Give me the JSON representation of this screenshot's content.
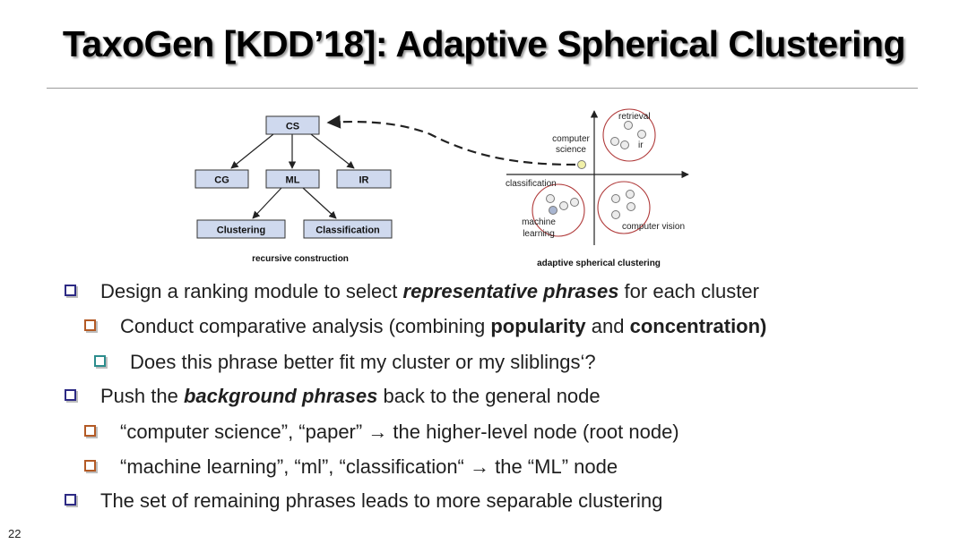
{
  "slide": {
    "title": "TaxoGen [KDD’18]: Adaptive Spherical Clustering",
    "page_number": "22"
  },
  "tree": {
    "nodes": {
      "cs": "CS",
      "cg": "CG",
      "ml": "ML",
      "ir": "IR",
      "clustering": "Clustering",
      "classification": "Classification"
    },
    "caption": "recursive construction"
  },
  "cluster_plot": {
    "labels": {
      "retrieval": "retrieval",
      "ir": "ir",
      "computer_science_line1": "computer",
      "computer_science_line2": "science",
      "classification": "classification",
      "machine_learning_line1": "machine",
      "machine_learning_line2": "learning",
      "computer_vision": "computer vision"
    },
    "caption": "adaptive spherical clustering"
  },
  "bullets": [
    {
      "level": 1,
      "parts": [
        {
          "text": "Design a ranking module to select ",
          "style": "normal"
        },
        {
          "text": "representative phrases",
          "style": "bold-italic"
        },
        {
          "text": " for each cluster",
          "style": "normal"
        }
      ]
    },
    {
      "level": 2,
      "parts": [
        {
          "text": "Conduct comparative analysis (combining ",
          "style": "normal"
        },
        {
          "text": "popularity",
          "style": "bold"
        },
        {
          "text": " and ",
          "style": "normal"
        },
        {
          "text": "concentration)",
          "style": "bold"
        }
      ]
    },
    {
      "level": 3,
      "parts": [
        {
          "text": "Does this phrase better fit my cluster or my sliblings‘?",
          "style": "normal"
        }
      ]
    },
    {
      "level": 1,
      "parts": [
        {
          "text": "Push the ",
          "style": "normal"
        },
        {
          "text": "background phrases",
          "style": "bold-italic"
        },
        {
          "text": " back to the general node",
          "style": "normal"
        }
      ]
    },
    {
      "level": 2,
      "parts": [
        {
          "text": "“computer science”, “paper” → the higher-level node (root node)",
          "style": "normal"
        }
      ]
    },
    {
      "level": 2,
      "parts": [
        {
          "text": "“machine learning”, “ml”, “classification“ → the “ML” node",
          "style": "normal"
        }
      ]
    },
    {
      "level": 1,
      "parts": [
        {
          "text": "The set of remaining phrases leads to more separable clustering",
          "style": "normal"
        }
      ]
    }
  ]
}
